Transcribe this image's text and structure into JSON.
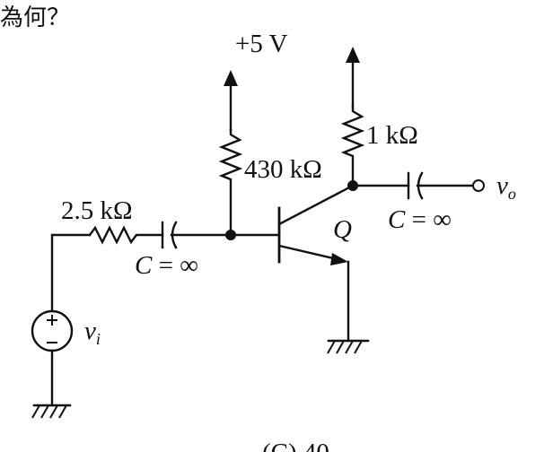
{
  "header_fragment": "為何？",
  "caption_fragment": "(C) 40",
  "components": {
    "supply": {
      "label": "+5 V"
    },
    "r_source": {
      "label": "2.5 kΩ"
    },
    "r_bias": {
      "label": "430 kΩ"
    },
    "r_collector": {
      "label": "1 kΩ"
    },
    "c_in": {
      "label": "C = ∞"
    },
    "c_out": {
      "label": "C = ∞"
    },
    "transistor": {
      "label": "Q"
    },
    "source": {
      "label": "v",
      "subscript": "i"
    },
    "output": {
      "label": "v",
      "subscript": "o"
    }
  }
}
